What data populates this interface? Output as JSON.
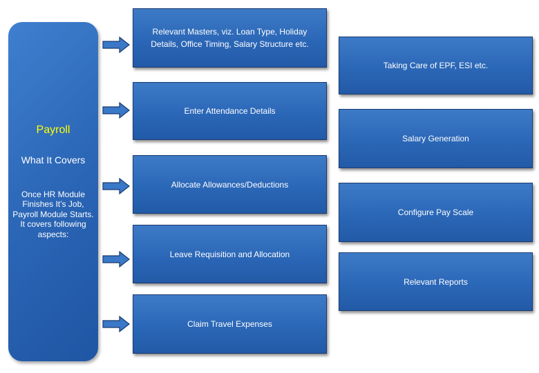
{
  "panel": {
    "title": "Payroll",
    "subtitle": "What It Covers",
    "description": "Once HR Module Finishes It’s Job, Payroll Module Starts. It covers following aspects:"
  },
  "left_boxes": [
    "Relevant Masters, viz. Loan Type, Holiday Details, Office Timing, Salary Structure etc.",
    "Enter Attendance Details",
    "Allocate Allowances/Deductions",
    "Leave Requisition and Allocation",
    "Claim Travel Expenses"
  ],
  "right_boxes": [
    "Taking Care of EPF, ESI etc.",
    "Salary Generation",
    "Configure Pay Scale",
    "Relevant Reports"
  ],
  "colors": {
    "box_fill": "#2b67b7",
    "title_color": "#ffff00",
    "text_color": "#ffffff"
  }
}
